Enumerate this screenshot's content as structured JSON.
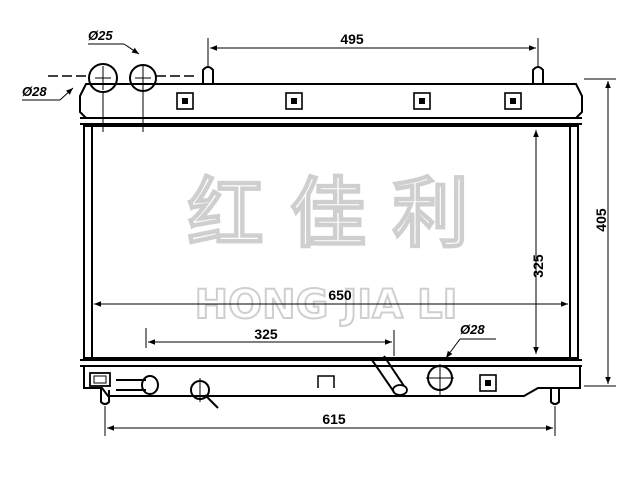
{
  "dimensions": {
    "top_width": "495",
    "overall_height": "405",
    "core_width": "650",
    "core_height": "325",
    "inner_width": "325",
    "bottom_width": "615"
  },
  "diameters": {
    "inlet_top": "Ø25",
    "inlet_left": "Ø28",
    "outlet_bottom": "Ø28"
  },
  "watermark": {
    "chinese": "红 佳 利",
    "english": "HONG JIA LI"
  },
  "colors": {
    "line": "#000000",
    "watermark_outline": "#cfcfcf",
    "background": "#ffffff"
  }
}
